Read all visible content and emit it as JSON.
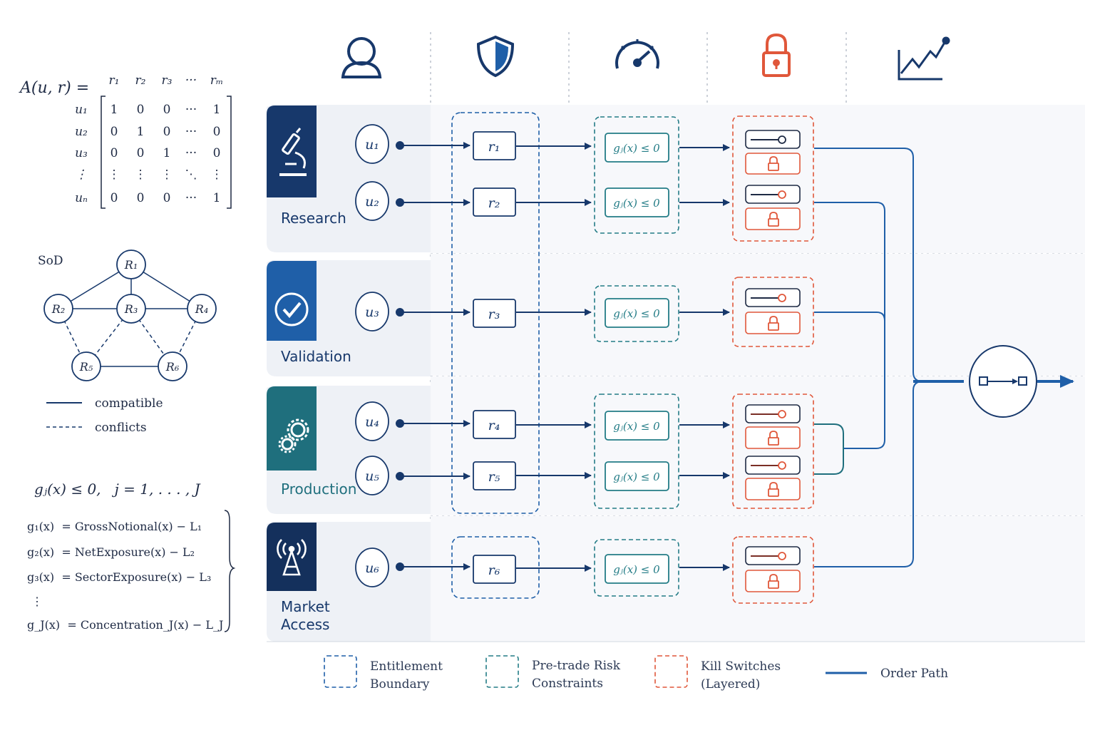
{
  "colors": {
    "navy": "#17386b",
    "blue": "#1f5fa8",
    "teal": "#237c86",
    "red": "#e0573a",
    "dark_red": "#c0392b",
    "gray_text": "#2c3a55"
  },
  "column_icons": [
    "user-icon",
    "shield-icon",
    "speedometer-icon",
    "padlock-icon",
    "line-chart-icon"
  ],
  "matrix": {
    "title": "A(u, r) =",
    "col_headers": [
      "r₁",
      "r₂",
      "r₃",
      "···",
      "rₘ"
    ],
    "row_headers": [
      "u₁",
      "u₂",
      "u₃",
      "⋮",
      "uₙ"
    ],
    "rows": [
      [
        "1",
        "0",
        "0",
        "···",
        "1"
      ],
      [
        "0",
        "1",
        "0",
        "···",
        "0"
      ],
      [
        "0",
        "0",
        "1",
        "···",
        "0"
      ],
      [
        "⋮",
        "⋮",
        "⋮",
        "⋱",
        "⋮"
      ],
      [
        "0",
        "0",
        "0",
        "···",
        "1"
      ]
    ]
  },
  "sod": {
    "title": "SoD",
    "nodes": [
      "R₁",
      "R₂",
      "R₃",
      "R₄",
      "R₅",
      "R₆"
    ],
    "legend_compatible": "compatible",
    "legend_conflicts": "conflicts"
  },
  "constraints": {
    "header": "gⱼ(x) ≤ 0,   j = 1, . . . , J",
    "lines": [
      "g₁(x)  = GrossNotional(x) − L₁",
      "g₂(x)  = NetExposure(x) − L₂",
      "g₃(x)  = SectorExposure(x) − L₃",
      "⋮",
      "g_J(x)  = Concentration_J(x) − L_J"
    ]
  },
  "lanes": [
    {
      "label": "Research",
      "icon": "microscope-icon",
      "users": [
        "u₁",
        "u₂"
      ],
      "roles": [
        "r₁",
        "r₂"
      ]
    },
    {
      "label": "Validation",
      "icon": "checkmark-icon",
      "users": [
        "u₃"
      ],
      "roles": [
        "r₃"
      ]
    },
    {
      "label": "Production",
      "icon": "gears-icon",
      "users": [
        "u₄",
        "u₅"
      ],
      "roles": [
        "r₄",
        "r₅"
      ]
    },
    {
      "label_line1": "Market",
      "label_line2": "Access",
      "icon": "antenna-icon",
      "users": [
        "u₆"
      ],
      "roles": [
        "r₆"
      ]
    }
  ],
  "constraint_box_text": "gⱼ(x) ≤ 0",
  "legend": {
    "entitlement_1": "Entitlement",
    "entitlement_2": "Boundary",
    "pretrade_1": "Pre-trade Risk",
    "pretrade_2": "Constraints",
    "kill_1": "Kill Switches",
    "kill_2": "(Layered)",
    "order_path": "Order Path"
  }
}
